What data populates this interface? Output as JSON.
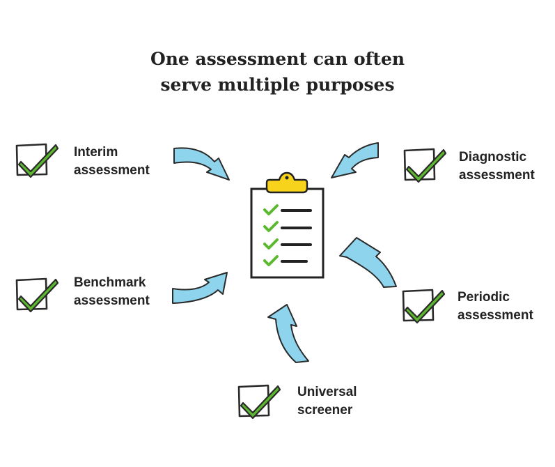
{
  "title": {
    "line1": "One assessment can often",
    "line2": "serve multiple purposes"
  },
  "colors": {
    "arrow_fill": "#8ed4ec",
    "arrow_stroke": "#2a2a2a",
    "check_green": "#5cb82e",
    "clip_yellow": "#f7d31c",
    "ink": "#222222"
  },
  "center_icon": "clipboard-checklist-icon",
  "items": [
    {
      "id": "interim",
      "line1": "Interim",
      "line2": "assessment"
    },
    {
      "id": "benchmark",
      "line1": "Benchmark",
      "line2": "assessment"
    },
    {
      "id": "universal",
      "line1": "Universal",
      "line2": "screener"
    },
    {
      "id": "diagnostic",
      "line1": "Diagnostic",
      "line2": "assessment"
    },
    {
      "id": "periodic",
      "line1": "Periodic",
      "line2": "assessment"
    }
  ]
}
